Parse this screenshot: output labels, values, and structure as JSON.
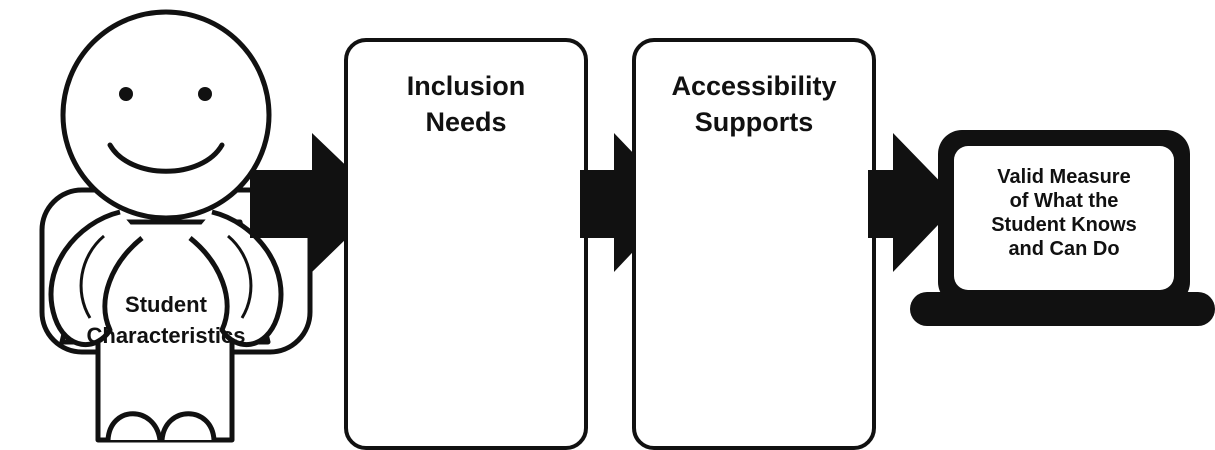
{
  "diagram": {
    "student": {
      "label_lines": [
        "Student",
        "Characteristics"
      ]
    },
    "boxes": [
      {
        "label_lines": [
          "Inclusion",
          "Needs"
        ]
      },
      {
        "label_lines": [
          "Accessibility",
          "Supports"
        ]
      }
    ],
    "laptop": {
      "label_lines": [
        "Valid Measure",
        "of What the",
        "Student Knows",
        "and Can Do"
      ]
    },
    "colors": {
      "ink": "#111111",
      "paper": "#ffffff"
    }
  }
}
